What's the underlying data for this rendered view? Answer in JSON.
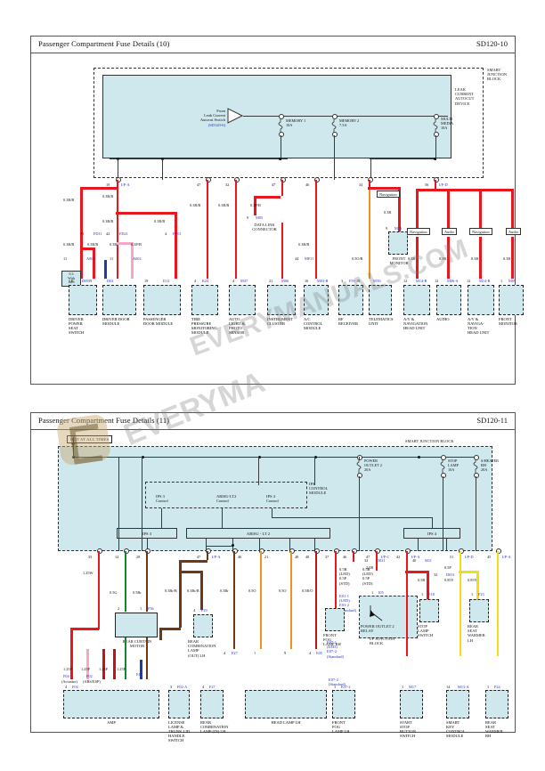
{
  "document": {
    "watermark_primary": "EVERYMANUALS.COM",
    "watermark_secondary": "EVERYMA"
  },
  "sheets": [
    {
      "id": "sd120-10",
      "title": "Passenger Compartment Fuse Details (10)",
      "code": "SD120-10",
      "blocks": {
        "smart_junction_block": "SMART\nJUNCTION\nBLOCK",
        "leak_current_autocut": "LEAK\nCURRENT\nAUTOCUT\nDEVICE"
      },
      "source": {
        "label": "From\nLeak Current\nAutocut Switch",
        "ref": "(SD120-6)"
      },
      "fuses": [
        {
          "name": "MEMORY 1",
          "rating": "10A"
        },
        {
          "name": "MEMORY 2",
          "rating": "7.5A"
        },
        {
          "name": "MULTI\nMEDIA",
          "rating": "10A"
        }
      ],
      "connector_pins": [
        {
          "pin": "19",
          "conn": "I/P-A"
        },
        {
          "pin": "47",
          "conn": ""
        },
        {
          "pin": "32",
          "conn": ""
        },
        {
          "pin": "47",
          "conn": ""
        },
        {
          "pin": "46",
          "conn": ""
        },
        {
          "pin": "34",
          "conn": ""
        },
        {
          "pin": "56",
          "conn": "I/P-D"
        }
      ],
      "wire_labels": [
        "0.3R/B",
        "0.3R/B",
        "0.3R/B",
        "0.3R/B",
        "0.3R/B",
        "0.3R/B",
        "0.3R/B",
        "0.3R/B",
        "0.3P/B",
        "0.3R",
        "0.3P/B",
        "0.3R/B",
        "0.3R/B",
        "0.3R/B",
        "0.3R/B",
        "0.3R/B",
        "0.5O/B",
        "0.3R",
        "0.3R",
        "0.3R",
        "0.3R",
        "0.3R"
      ],
      "splices": [
        {
          "id": "43",
          "code": "FD11"
        },
        {
          "id": "42",
          "code": "FD21"
        },
        {
          "id": "4",
          "code": "FB01"
        },
        {
          "id": "11",
          "code": "A001"
        },
        {
          "id": "11",
          "code": "A002"
        },
        {
          "id": "9",
          "code": "M05"
        },
        {
          "id": "44",
          "code": "MF11"
        },
        {
          "id": "9",
          "code": "M79"
        }
      ],
      "inline_notes": [
        {
          "text": "DATA LINK\nCONNECTOR"
        },
        {
          "text": "FRONT\nMONITOR"
        }
      ],
      "option_labels": [
        "Navigation",
        "Navigation",
        "Audio",
        "Navigation",
        "Audio"
      ],
      "components": [
        {
          "name": "DRIVER\nPOWER\nSEAT\nSWITCH",
          "pin": "6",
          "code": "D09"
        },
        {
          "name": "DRIVER DOOR\nMODULE",
          "pin": "19",
          "code": "D02"
        },
        {
          "name": "PASSENGER\nDOOR MODULE",
          "pin": "19",
          "code": "D12"
        },
        {
          "name": "TIRE\nPRESSURE\nMONITORING\nMODULE",
          "pin": "4",
          "code": "R24"
        },
        {
          "name": "AUTO\nLIGHT &\nPHOTO\nSENSOR",
          "pin": "4",
          "code": "M37"
        },
        {
          "name": "INSTRUMENT\nCLUSTER",
          "pin": "21",
          "code": "M06"
        },
        {
          "name": "A/C\nCONTROL\nMODULE",
          "pin": "16",
          "code": "M03-B"
        },
        {
          "name": "RF\nRECEIVER",
          "pin": "3",
          "code": "F59"
        },
        {
          "name": "TELEMATICS\nUNIT",
          "pin": "18",
          "code": "MT6"
        },
        {
          "name": "A/V &\nNAVIGATION\nHEAD UNIT",
          "pin": "12",
          "code": "M14-B"
        },
        {
          "name": "AUDIO",
          "pin": "12",
          "code": "M06-A"
        },
        {
          "name": "A/V &\nNAVIGA-\nTION\nHEAD UNIT",
          "pin": "12",
          "code": "M14-B"
        },
        {
          "name": "FRONT\nMONITOR",
          "pin": "1",
          "code": "M69"
        }
      ],
      "wire_gauge_note": "0.3\nWith\nIMS"
    },
    {
      "id": "sd120-11",
      "title": "Passenger Compartment Fuse Details (11)",
      "code": "SD120-11",
      "blocks": {
        "smart_junction_block": "SMART JUNCTION BLOCK",
        "hot_at_all_times": "HOT AT ALL TIMES",
        "ips_control_module": "IPS\nCONTROL\nMODULE",
        "ip_junction_block": "I/P JUNCTION\nBLOCK"
      },
      "fuses": [
        {
          "name": "POWER\nOUTLET 2",
          "rating": "20A"
        },
        {
          "name": "STOP\nLAMP",
          "rating": "10A"
        },
        {
          "name": "S/HEATER\nRH",
          "rating": "20A"
        }
      ],
      "ips_controls": [
        "IPS 3\nControl",
        "ARISU-LT2\nControl",
        "IPS 4\nControl"
      ],
      "ips_blocks": [
        "IPS 3",
        "ARISU - LT 2",
        "IPS 4"
      ],
      "connector_pins": [
        {
          "pin": "35",
          "conn": ""
        },
        {
          "pin": "14",
          "conn": ""
        },
        {
          "pin": "28",
          "conn": ""
        },
        {
          "pin": "47",
          "conn": "I/P-A"
        },
        {
          "pin": "46",
          "conn": ""
        },
        {
          "pin": "21",
          "conn": ""
        },
        {
          "pin": "48",
          "conn": ""
        },
        {
          "pin": "48",
          "conn": ""
        },
        {
          "pin": "37",
          "conn": ""
        },
        {
          "pin": "46",
          "conn": ""
        },
        {
          "pin": "47",
          "conn": "I/P-C"
        },
        {
          "pin": "42",
          "conn": "I/P-A"
        },
        {
          "pin": "51",
          "conn": "I/P-D"
        },
        {
          "pin": "45",
          "conn": "I/P-A"
        }
      ],
      "wire_labels": [
        "1.25W",
        "0.5G",
        "0.5Br",
        "0.3Br/B",
        "0.3Br/B",
        "0.3Br",
        "0.5O",
        "0.5O",
        "0.5R/O",
        "0.5R",
        "0.5P",
        "0.5R",
        "2.0R",
        "2.0R",
        "0.5R",
        "0.5R",
        "0.85Y",
        "0.85Y"
      ],
      "option_groups": [
        {
          "label": "0.5R\n(LED)\n0.5P\n(STD)"
        },
        {
          "label": "0.5R\n(LED)\n0.5P\n(STD)"
        },
        {
          "label": "E01-1\n(LED)\nE01-2\n(Standard)"
        },
        {
          "label": "E07-1\n(LED)\nE07-2\n(Standard)"
        },
        {
          "label": "E07-2\n(Standard)"
        }
      ],
      "splices": [
        {
          "id": "2",
          "code": "F56"
        },
        {
          "id": "4",
          "code": "F29"
        },
        {
          "id": "4",
          "code": "F27"
        },
        {
          "id": "32",
          "code": "D021"
        },
        {
          "id": "40",
          "code": "M11"
        },
        {
          "id": "32",
          "code": "D031"
        },
        {
          "id": "1",
          "code": "I05"
        },
        {
          "id": "1",
          "code": "E18"
        },
        {
          "id": "1",
          "code": "F23"
        },
        {
          "id": "F04",
          "code": "(Actuator)"
        },
        {
          "id": "F02",
          "code": "(ABS/ESP)"
        }
      ],
      "inline_notes": [
        {
          "text": "REAR CURTAIN\nMOTOR"
        },
        {
          "text": "POWER OUTLET 2\nRELAY"
        },
        {
          "text": "STOP\nLAMP\nSWITCH"
        },
        {
          "text": "REAR\nSEAT\nWARMER\nLH"
        },
        {
          "text": "REAR\nCOMBINATION\nLAMP\n(OUT) LH"
        },
        {
          "text": "FRONT\nFOG\nLAMP RH"
        }
      ],
      "components": [
        {
          "name": "AMP",
          "pin": "4",
          "code": "F04"
        },
        {
          "name": "LICENSE\nLAMP &\nTRUNK LID\nHANDLE\nSWITCH",
          "pin": "3",
          "code": "F02-A"
        },
        {
          "name": "REAR\nCOMBINATION\nLAMP (IN) LH",
          "pin": "4",
          "code": "F27"
        },
        {
          "name": "HEAD LAMP LH",
          "pin": "4",
          "code": ""
        },
        {
          "name": "FRONT\nFOG\nLAMP LH",
          "pin": "1",
          "code": "E07-2"
        },
        {
          "name": "START\nSTOP\nBUTTON\nSWITCH",
          "pin": "1",
          "code": "M17"
        },
        {
          "name": "SMART\nKEY\nCONTROL\nMODULE",
          "pin": "14",
          "code": "M13-A"
        },
        {
          "name": "REAR\nSEAT\nWARMER\nRH",
          "pin": "1",
          "code": "F24"
        }
      ]
    }
  ]
}
